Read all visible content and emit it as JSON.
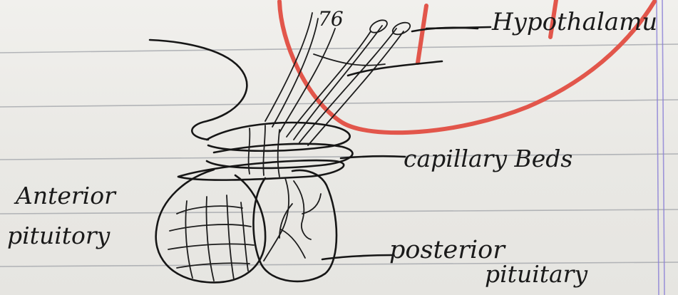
{
  "labels": {
    "hypothalamus": "Hypothalamu",
    "capillary_beds": "capillary Beds",
    "anterior_line1": "Anterior",
    "anterior_line2": "pituitory",
    "posterior_line1": "posterior",
    "posterior_line2": "pituitary"
  },
  "top_marks": "76",
  "colors": {
    "paper": "#ecebe8",
    "ink": "#161616",
    "rule_lines": "#9fa2a8",
    "margin_line": "#8a7fd6",
    "red_annotation": "#e2564b"
  }
}
